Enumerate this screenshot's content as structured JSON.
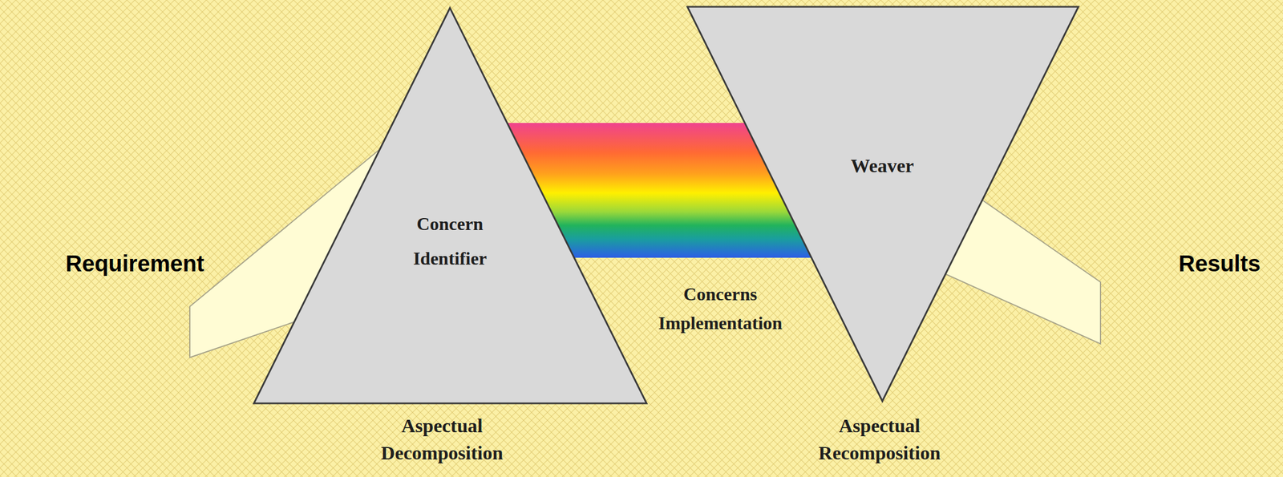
{
  "diagram": {
    "nodes": [
      {
        "text": [
          "Concern Identifier",
          "Aspectual Decomposition"
        ]
      },
      {
        "text": [
          "Concerns Implementation"
        ]
      },
      {
        "text": [
          "Weaver",
          "Aspectual Recomposition"
        ]
      }
    ],
    "labels": [
      "Requirement",
      "Results"
    ]
  }
}
